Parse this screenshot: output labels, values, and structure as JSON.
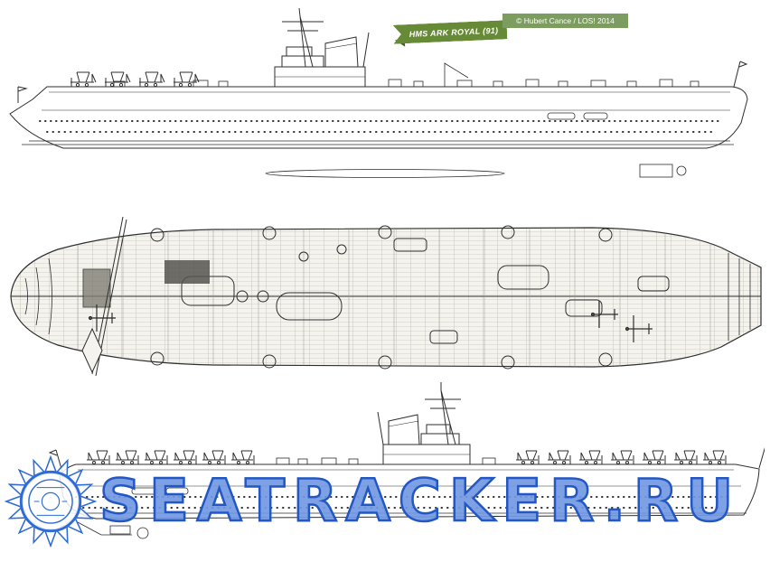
{
  "banner": {
    "label": "HMS ARK ROYAL (91)",
    "bg_color": "#678a37",
    "fold_color": "#44611f",
    "text_color": "#ffffff"
  },
  "credit": {
    "label": "© Hubert Cance / LOS! 2014",
    "bg_color": "#7d9c60",
    "text_color": "#ffffff"
  },
  "watermark": {
    "text": "SEATRACKER.RU",
    "color": "#2e6bd6",
    "outline_color": "#2257c4",
    "logo": "sunburst-icon"
  },
  "artwork": {
    "line_color": "#2e2e2e",
    "paper_color": "#ffffff",
    "deck_fill": "#f4f3ee",
    "figures": [
      {
        "id": "side-profile-top"
      },
      {
        "id": "deck-plan"
      },
      {
        "id": "side-profile-bottom"
      }
    ]
  }
}
